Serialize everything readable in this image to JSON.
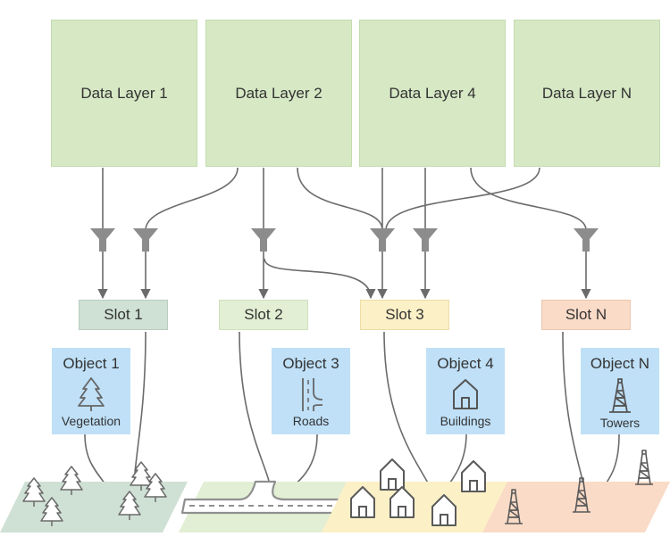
{
  "data_layers": [
    {
      "label": "Data Layer 1"
    },
    {
      "label": "Data Layer 2"
    },
    {
      "label": "Data Layer 4"
    },
    {
      "label": "Data Layer N"
    }
  ],
  "slots": [
    {
      "label": "Slot 1",
      "color": "#cfe0d5"
    },
    {
      "label": "Slot 2",
      "color": "#e2efd4"
    },
    {
      "label": "Slot 3",
      "color": "#fcf0c6"
    },
    {
      "label": "Slot N",
      "color": "#fadbc7"
    }
  ],
  "objects": [
    {
      "title": "Object 1",
      "label": "Vegetation",
      "icon": "tree-icon"
    },
    {
      "title": "Object 3",
      "label": "Roads",
      "icon": "road-icon"
    },
    {
      "title": "Object 4",
      "label": "Buildings",
      "icon": "house-icon"
    },
    {
      "title": "Object N",
      "label": "Towers",
      "icon": "tower-icon"
    }
  ],
  "ground_colors": {
    "vegetation": "#cfe0d5",
    "roads": "#e2efd4",
    "buildings": "#fcf0c6",
    "towers": "#fadbc7"
  },
  "colors": {
    "layer_fill": "#d6e8c4",
    "object_fill": "#bfe0f7",
    "connector": "#6b6b6b",
    "filter": "#8c8c8c"
  }
}
